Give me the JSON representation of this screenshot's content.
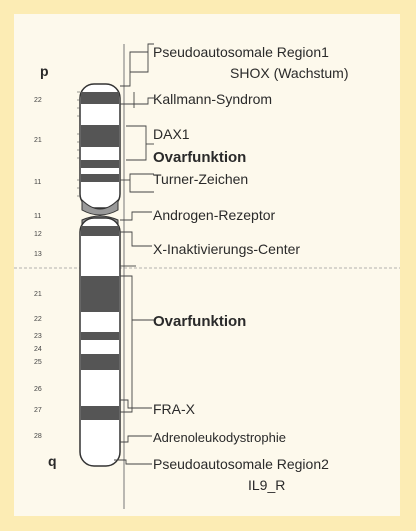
{
  "arms": {
    "p": "p",
    "q": "q"
  },
  "labels": {
    "pseudo1": "Pseudoautosomale Region1",
    "shox": "SHOX (Wachstum)",
    "kallmann": "Kallmann-Syndrom",
    "dax1": "DAX1",
    "ovar1": "Ovarfunktion",
    "turner": "Turner-Zeichen",
    "androgen": "Androgen-Rezeptor",
    "xinact": "X-Inaktivierungs-Center",
    "ovar2": "Ovarfunktion",
    "frax": "FRA-X",
    "adreno": "Adrenoleukodystrophie",
    "pseudo2": "Pseudoautosomale Region2",
    "il9r": "IL9_R"
  },
  "bands": {
    "p22": "22",
    "p21": "21",
    "p11": "11",
    "cen11": "11",
    "q12": "12",
    "q13": "13",
    "q21": "21",
    "q22": "22",
    "q23": "23",
    "q24": "24",
    "q25": "25",
    "q26": "26",
    "q27": "27",
    "q28": "28"
  },
  "colors": {
    "background": "#fcecb4",
    "panel": "#fdf9ec",
    "dark_band": "#555555",
    "light_band": "#ffffff",
    "line": "#444444"
  }
}
